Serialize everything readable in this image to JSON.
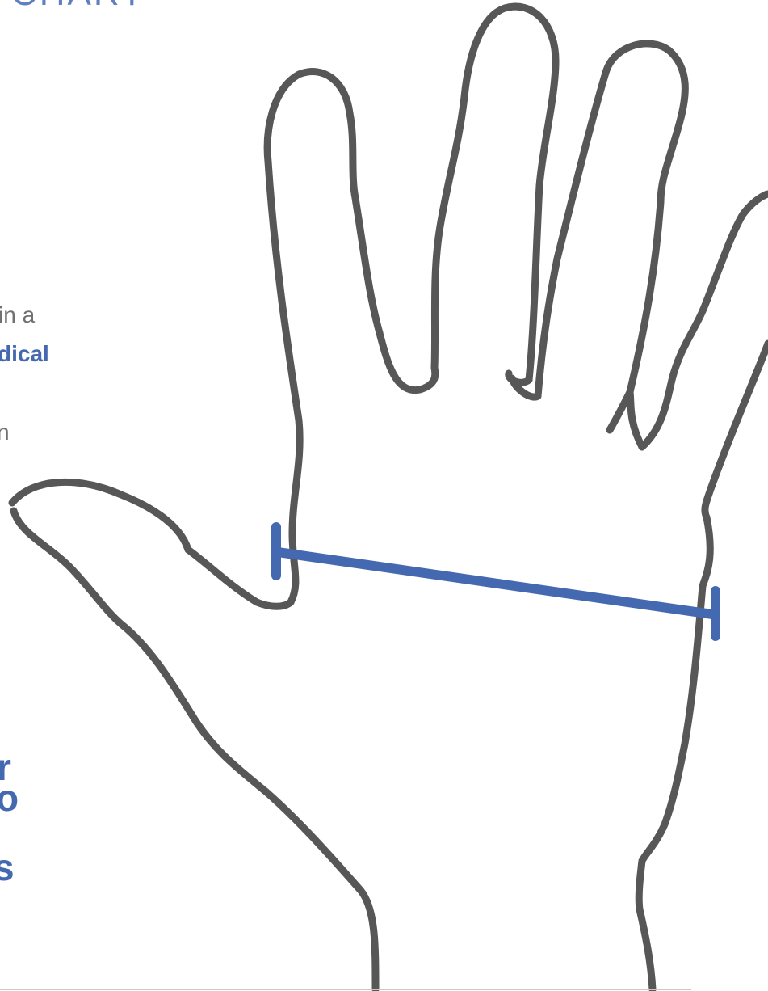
{
  "header": {
    "title_fragment": "CHART"
  },
  "body_fragments": {
    "line1": "in a",
    "line2": "dical",
    "line3": "n"
  },
  "heading_fragments": {
    "line1": "r",
    "line2": "o",
    "line3": "s"
  },
  "colors": {
    "hand_outline": "#575757",
    "measure_line": "#4569b0",
    "accent_text": "#4569b0"
  }
}
